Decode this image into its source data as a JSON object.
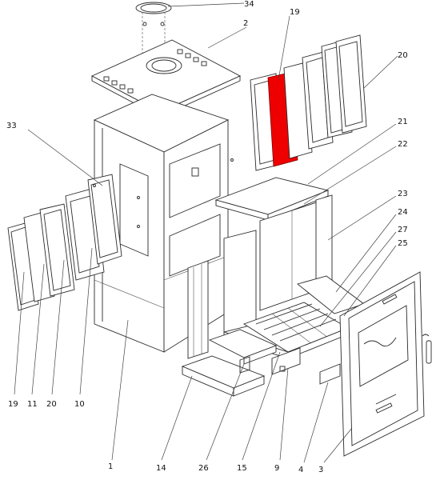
{
  "diagram": {
    "highlight_color": "#ee0000",
    "highlighted_part": "19",
    "labels": {
      "p34": "34",
      "p2": "2",
      "p19t": "19",
      "p20t": "20",
      "p33": "33",
      "p21": "21",
      "p22": "22",
      "p23": "23",
      "p24": "24",
      "p27": "27",
      "p25": "25",
      "p19b": "19",
      "p11": "11",
      "p20b": "20",
      "p10": "10",
      "p1": "1",
      "p14": "14",
      "p26": "26",
      "p15": "15",
      "p9": "9",
      "p4": "4",
      "p3": "3"
    }
  }
}
